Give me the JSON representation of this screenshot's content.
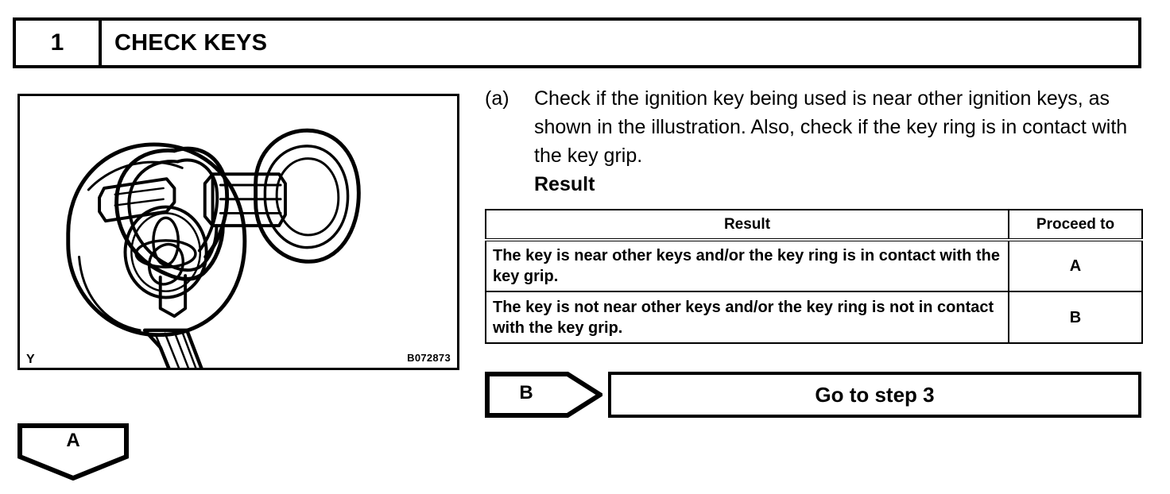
{
  "step": {
    "number": "1",
    "title": "CHECK KEYS"
  },
  "illustration": {
    "corner_label": "Y",
    "figure_id": "B072873",
    "subject": "two-ignition-keys-on-key-ring-with-toyota-emblem"
  },
  "instruction": {
    "marker": "(a)",
    "text": "Check if the ignition key being used is near other ignition keys, as shown in the illustration. Also, check if the key ring is in contact with the key grip.",
    "result_label": "Result"
  },
  "result_table": {
    "headers": [
      "Result",
      "Proceed to"
    ],
    "rows": [
      {
        "result": "The key is near other keys and/or the key ring is in contact with the key grip.",
        "proceed_to": "A"
      },
      {
        "result": "The key is not near other keys and/or the key ring is not in contact with the key grip.",
        "proceed_to": "B"
      }
    ]
  },
  "goto_banner": {
    "connector": "B",
    "action": "Go to step 3"
  },
  "connector_a": {
    "label": "A"
  },
  "colors": {
    "ink": "#000000",
    "paper": "#ffffff"
  }
}
